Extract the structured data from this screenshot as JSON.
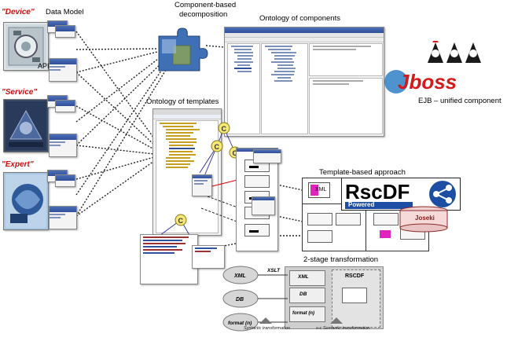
{
  "labels": {
    "device": "\"Device\"",
    "service": "\"Service\"",
    "expert": "\"Expert\"",
    "data_model": "Data Model",
    "api": "API",
    "component_decomposition_line1": "Component-based",
    "component_decomposition_line2": "decomposition",
    "ontology_components": "Ontology of components",
    "ontology_templates": "Ontology of templates",
    "ejb_unified": "EJB – unified component",
    "jboss": "Jboss",
    "template_approach": "Template-based approach",
    "rscdf": "RscDF",
    "powered": "Powered",
    "joseki": "Joseki",
    "two_stage": "2-stage transformation",
    "xslt": "XSLT",
    "xml": "XML",
    "db": "DB",
    "format": "format (n)",
    "rscdf_box": "RSCDF",
    "syntactic": "Syntactic transformation",
    "semantic": "s-c Semantic transformation",
    "xml_box": "XML"
  },
  "colors": {
    "red_label": "#cc1010",
    "jboss_red": "#d41a1a",
    "rscdf_blue": "#1c4fa3",
    "template_node": "#f5e77a",
    "puzzle_blue": "#3f6fb5",
    "puzzle_green": "#8aa35a"
  },
  "icons": {
    "puzzle": "puzzle-icon",
    "rscdf_logo": "rscdf-logo-icon",
    "jboss_logo": "jboss-logo-icon",
    "joseki": "joseki-db-icon"
  }
}
